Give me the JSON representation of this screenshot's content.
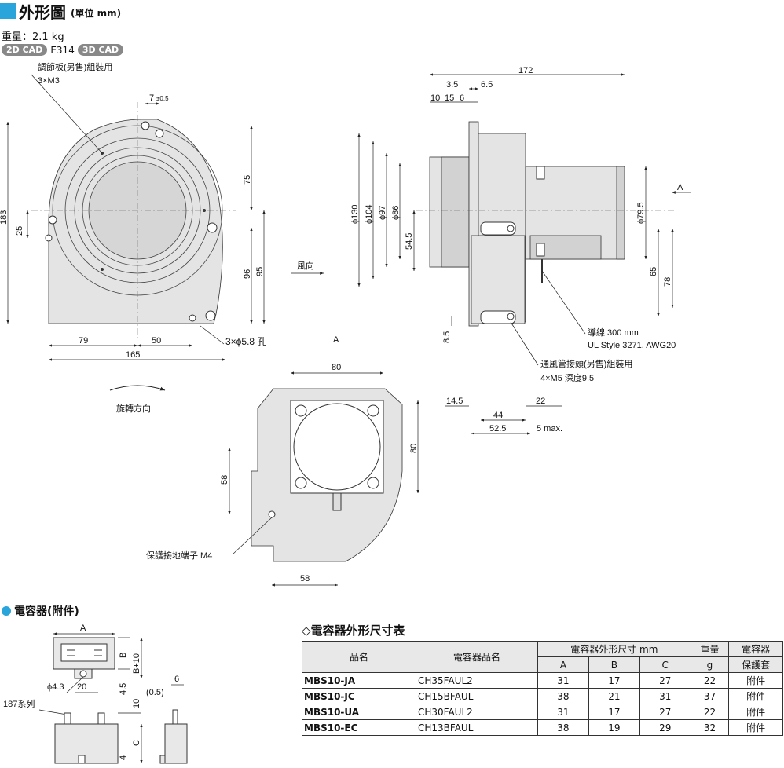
{
  "header": {
    "title": "外形圖",
    "unit": "(單位 mm)"
  },
  "weight": "重量：2.1 kg",
  "cad": {
    "badge_2d": "2D CAD",
    "code": "E314",
    "badge_3d": "3D CAD"
  },
  "front_view": {
    "note_adjust": "調節板(另售)組裝用",
    "note_adjust_qty": "3×M3",
    "dim_7": "7",
    "tol_05": "±0.5",
    "dim_75": "75",
    "dim_183": "183",
    "dim_25": "25",
    "dim_96": "96",
    "dim_95": "95",
    "dim_79": "79",
    "dim_50": "50",
    "dim_165": "165",
    "holes": "3×ϕ5.8 孔",
    "rotation": "旋轉方向",
    "wind": "風向"
  },
  "side_view": {
    "dim_172": "172",
    "dim_35": "3.5",
    "dim_65": "6.5",
    "dim_10": "10",
    "dim_15": "15",
    "dim_6": "6",
    "dim_130": "ϕ130",
    "dim_104": "ϕ104",
    "dim_97": "ϕ97",
    "dim_86": "ϕ86",
    "dim_545": "54.5",
    "dim_795": "ϕ79.5",
    "dim_65b": "65",
    "dim_78": "78",
    "view_a": "A",
    "dim_85": "8.5",
    "lead_wire": "導線 300 mm",
    "lead_style": "UL Style 3271, AWG20",
    "duct_note": "通風管接頭(另售)組裝用",
    "duct_qty": "4×M5 深度9.5",
    "dim_145": "14.5",
    "dim_22": "22",
    "dim_44": "44",
    "dim_525": "52.5",
    "dim_5max": "5 max."
  },
  "bottom_view": {
    "label_a": "A",
    "dim_80_top": "80",
    "dim_80_side": "80",
    "dim_58_v": "58",
    "dim_58_h": "58",
    "ground": "保護接地端子 M4"
  },
  "capacitor": {
    "title": "電容器(附件)",
    "dim_a": "A",
    "dim_b": "B",
    "dim_b10": "B+10",
    "dim_43": "ϕ4.3",
    "dim_20": "20",
    "dim_45": "4.5",
    "dim_6": "6",
    "dim_05": "(0.5)",
    "dim_10": "10",
    "dim_c": "C",
    "dim_4": "4",
    "series": "187系列"
  },
  "table": {
    "title": "◇電容器外形尺寸表",
    "headers": {
      "model": "品名",
      "cap_model": "電容器品名",
      "dims": "電容器外形尺寸 mm",
      "weight": "重量",
      "weight_unit": "g",
      "cover": "電容器",
      "cover2": "保護套",
      "a": "A",
      "b": "B",
      "c": "C"
    },
    "rows": [
      {
        "model": "MBS10-JA",
        "cap": "CH35FAUL2",
        "a": "31",
        "b": "17",
        "c": "27",
        "g": "22",
        "cover": "附件"
      },
      {
        "model": "MBS10-JC",
        "cap": "CH15BFAUL",
        "a": "38",
        "b": "21",
        "c": "31",
        "g": "37",
        "cover": "附件"
      },
      {
        "model": "MBS10-UA",
        "cap": "CH30FAUL2",
        "a": "31",
        "b": "17",
        "c": "27",
        "g": "22",
        "cover": "附件"
      },
      {
        "model": "MBS10-EC",
        "cap": "CH13BFAUL",
        "a": "38",
        "b": "19",
        "c": "29",
        "g": "32",
        "cover": "附件"
      }
    ]
  },
  "colors": {
    "accent": "#2aa5dc"
  }
}
